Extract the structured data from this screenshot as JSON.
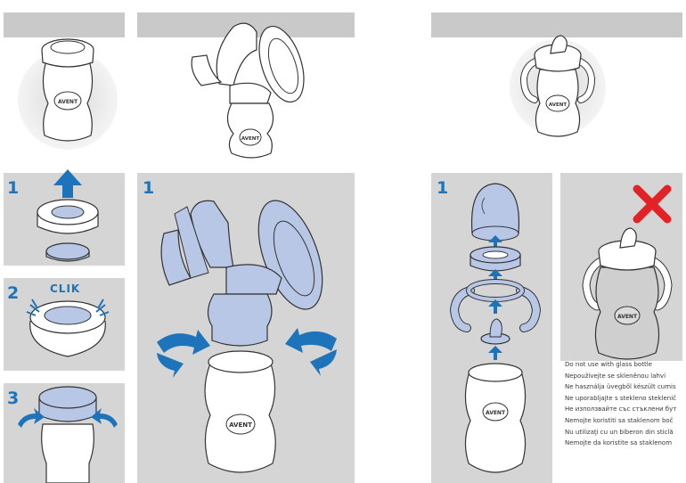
{
  "steps": {
    "step1_left": "1",
    "step2_left": "2",
    "step3_left": "3",
    "step1_middle": "1",
    "step1_right": "1"
  },
  "clik_label": "CLIK",
  "brand_logo": "AVENT",
  "icons": [
    "blue-arrow-up",
    "blue-arrow-down",
    "blue-rotate-arrow",
    "red-cross"
  ],
  "warnings": [
    "Do not use with glass bottle",
    "Nepoužívejte se skleněnou lahví",
    "Ne használja üvegből készült cumis",
    "Ne uporabljajte s stekleno steklenič",
    "Не използвайте със стъклени бут",
    "Nemojte koristiti sa staklenom boč",
    "Nu utilizaţi cu un biberon din sticlă",
    "Nemojte da koristite sa staklenom"
  ],
  "colors": {
    "accent": "#1d74bb",
    "part_fill": "#b9c7e6",
    "band": "#c9c9c9",
    "panel_gray": "#d5d5d5",
    "cross": "#e32227"
  }
}
